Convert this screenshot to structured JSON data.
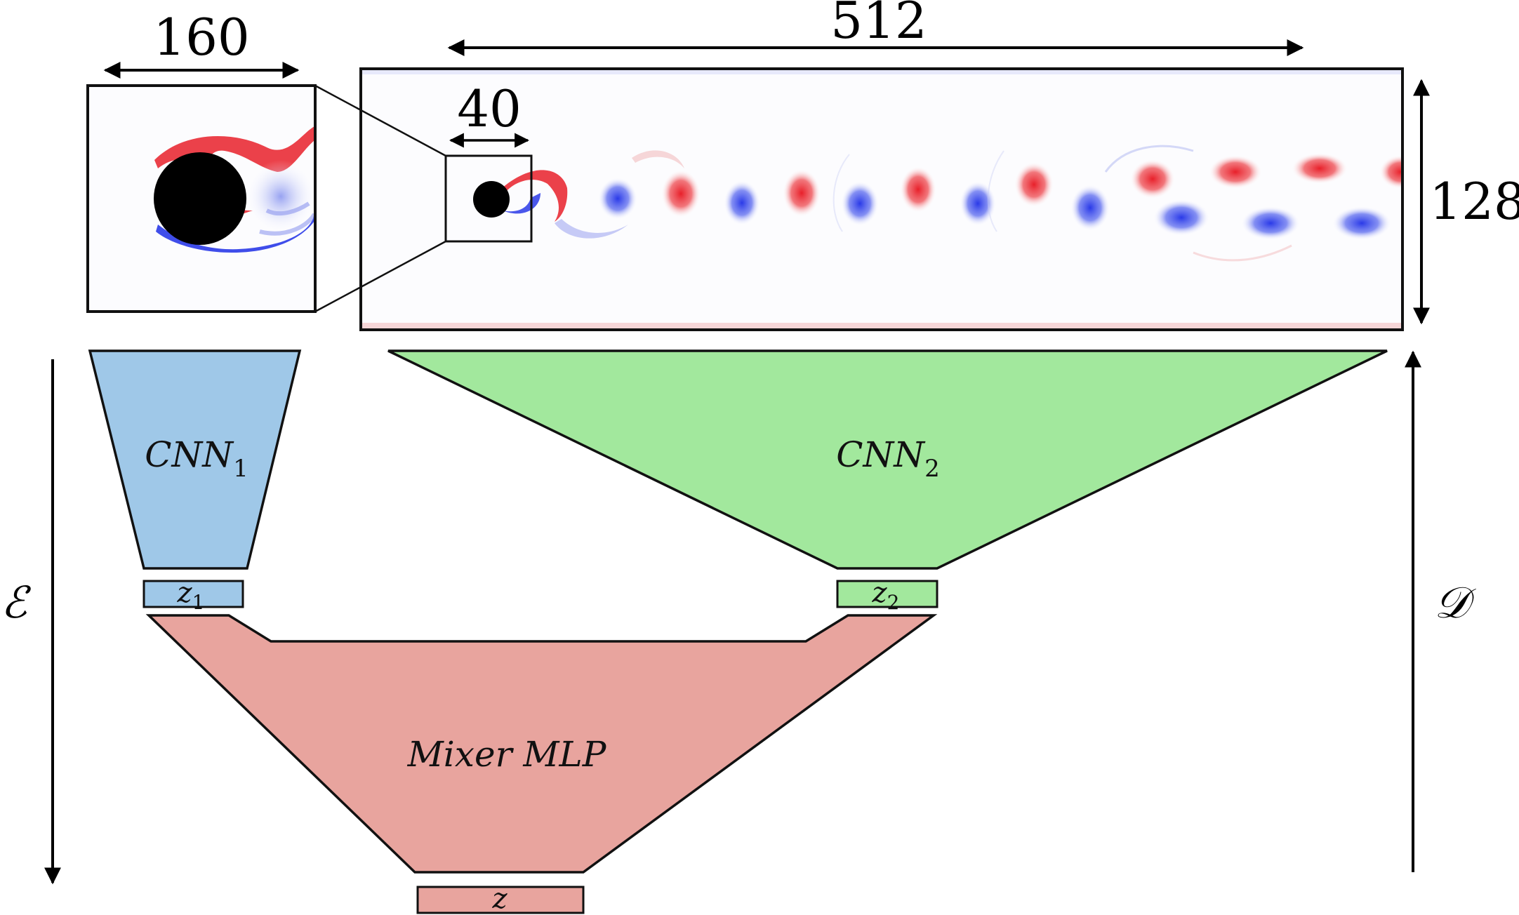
{
  "dimensions": {
    "crop_width": "160",
    "domain_width": "512",
    "domain_height": "128",
    "cylinder_box_width": "40"
  },
  "blocks": {
    "cnn1": {
      "label": "CNN",
      "sub": "1",
      "color": "#9fc8e8"
    },
    "cnn2": {
      "label": "CNN",
      "sub": "2",
      "color": "#a2e89d"
    },
    "mixer": {
      "label": "Mixer MLP",
      "color": "#e8a49e"
    }
  },
  "latents": {
    "z1": {
      "label": "z",
      "sub": "1"
    },
    "z2": {
      "label": "z",
      "sub": "2"
    },
    "z": {
      "label": "z"
    }
  },
  "arrows": {
    "encoder": "ℰ",
    "decoder": "𝒟"
  },
  "colors": {
    "vortex_red": "#e8202a",
    "vortex_blue": "#2a3ae8",
    "outline": "#111111"
  }
}
